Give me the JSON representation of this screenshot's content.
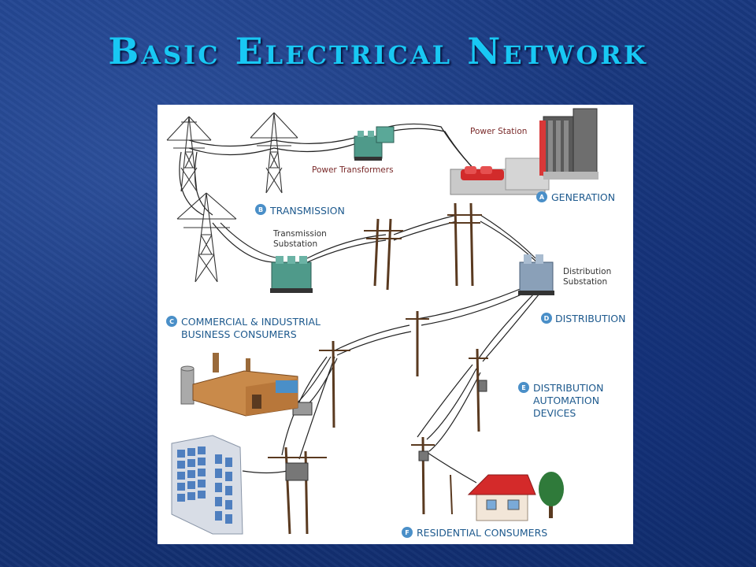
{
  "title": "Basic Electrical Network",
  "labels": {
    "power_station": "Power Station",
    "power_transformers": "Power Transformers",
    "generation": "GENERATION",
    "transmission": "TRANSMISSION",
    "transmission_substation_1": "Transmission",
    "transmission_substation_2": "Substation",
    "distribution_substation_1": "Distribution",
    "distribution_substation_2": "Substation",
    "commercial_1": "COMMERCIAL & INDUSTRIAL",
    "commercial_2": "BUSINESS CONSUMERS",
    "distribution": "DISTRIBUTION",
    "automation_1": "DISTRIBUTION",
    "automation_2": "AUTOMATION",
    "automation_3": "DEVICES",
    "residential": "RESIDENTIAL CONSUMERS"
  },
  "badges": {
    "a": "A",
    "b": "B",
    "c": "C",
    "d": "D",
    "e": "E",
    "f": "F"
  }
}
